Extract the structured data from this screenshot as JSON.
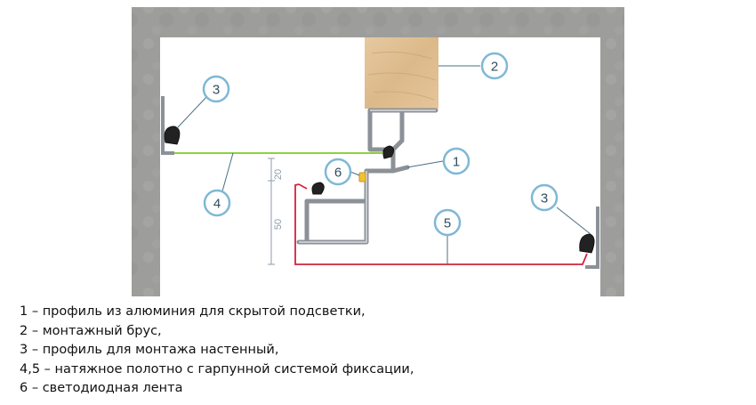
{
  "callouts": {
    "c1": "1",
    "c2": "2",
    "c3_left": "3",
    "c3_right": "3",
    "c4": "4",
    "c5": "5",
    "c6": "6"
  },
  "dimensions": {
    "upper": "20",
    "lower": "50"
  },
  "legend": [
    "1 – профиль из алюминия для скрытой подсветки,",
    "2 – монтажный брус,",
    "3 – профиль для монтажа настенный,",
    "4,5 – натяжное полотно с гарпунной системой фиксации,",
    "6 – светодиодная лента"
  ],
  "colors": {
    "concrete": "#9c9c9a",
    "wood": "#e2c39a",
    "aluminium": "#aab0b6",
    "canvas_4": "#8fd13f",
    "canvas_5": "#d1253a",
    "callout_ring": "#7fb8d6",
    "led": "#f2c230"
  }
}
